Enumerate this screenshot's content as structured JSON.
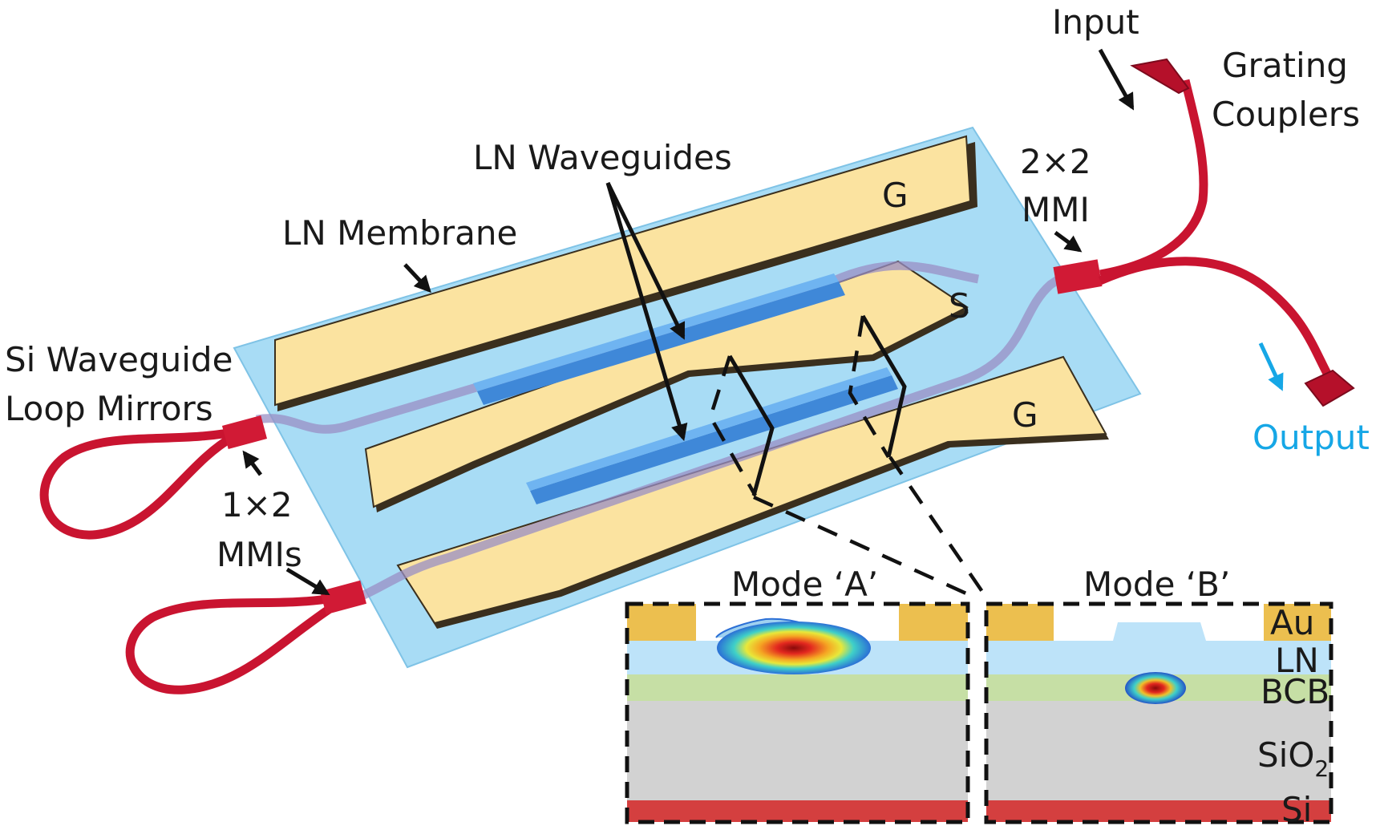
{
  "labels": {
    "input": "Input",
    "grating_couplers_line1": "Grating",
    "grating_couplers_line2": "Couplers",
    "mmi2x2_line1": "2×2",
    "mmi2x2_line2": "MMI",
    "ln_waveguides": "LN Waveguides",
    "ln_membrane": "LN Membrane",
    "si_loop_line1": "Si Waveguide",
    "si_loop_line2": "Loop Mirrors",
    "mmi1x2_line1": "1×2",
    "mmi1x2_line2": "MMIs",
    "output": "Output",
    "electrode_top": "G",
    "electrode_middle": "S",
    "electrode_bottom": "G"
  },
  "insets": {
    "mode_a": "Mode ‘A’",
    "mode_b": "Mode ‘B’"
  },
  "layers": {
    "au": "Au",
    "ln": "LN",
    "bcb": "BCB",
    "sio2_base": "SiO",
    "sio2_sub": "2",
    "si": "Si"
  },
  "colors": {
    "membrane": "#a8dcf5",
    "electrode": "#fbe3a0",
    "si_waveguide": "#d11a35",
    "ln_waveguide": "#5ea8ec",
    "au_layer": "#ecbf4f",
    "ln_layer": "#bde3f9",
    "bcb_layer": "#c6dfa5",
    "sio2_layer": "#d2d2d2",
    "si_layer": "#d43f3f",
    "output_text": "#16a7e6"
  }
}
